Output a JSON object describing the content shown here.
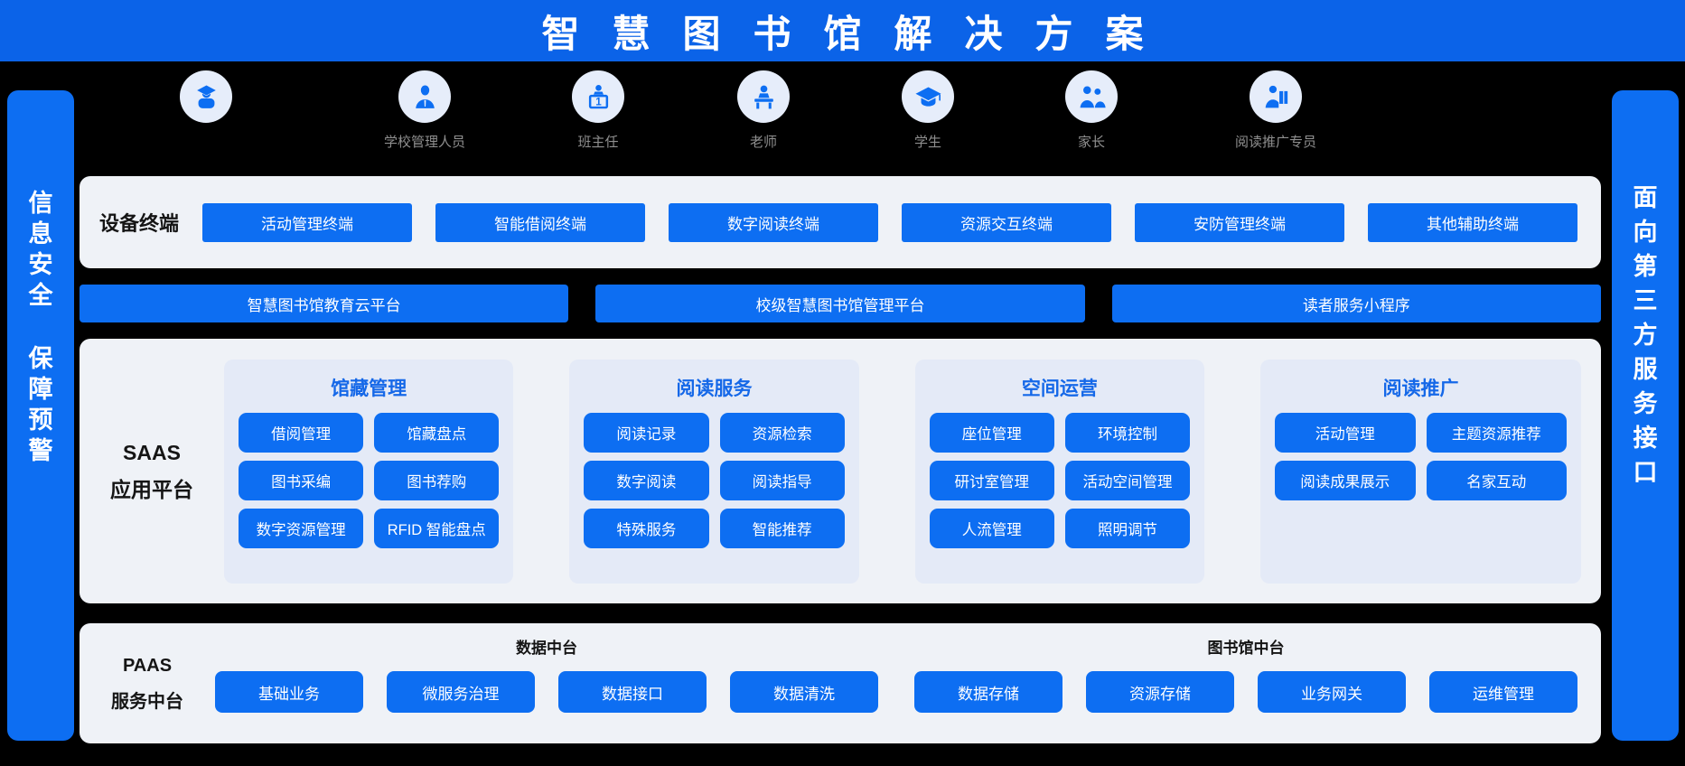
{
  "title": "智慧图书馆解决方案",
  "colors": {
    "banner_blue": "#0B63E8",
    "accent_blue": "#0D6EF2",
    "panel_bg": "#EFF2F7",
    "group_bg": "#E4EAF7",
    "group_title_blue": "#1568E8",
    "role_label_gray": "#8F8F8F",
    "icon_circle_bg": "#E6EDFA"
  },
  "roles": [
    {
      "icon": "graduate-icon",
      "label": ""
    },
    {
      "icon": "admin-icon",
      "label": "学校管理人员"
    },
    {
      "icon": "head-teacher-icon",
      "label": "班主任"
    },
    {
      "icon": "teacher-icon",
      "label": "老师"
    },
    {
      "icon": "student-icon",
      "label": "学生"
    },
    {
      "icon": "parent-icon",
      "label": "家长"
    },
    {
      "icon": "promoter-icon",
      "label": "阅读推广专员"
    }
  ],
  "left_sidebar": {
    "line1": "信息安全",
    "line2": "保障预警"
  },
  "right_sidebar": {
    "text": "面向第三方服务接口"
  },
  "device_panel": {
    "label": "设备终端",
    "buttons": [
      "活动管理终端",
      "智能借阅终端",
      "数字阅读终端",
      "资源交互终端",
      "安防管理终端",
      "其他辅助终端"
    ]
  },
  "platform_bars": [
    "智慧图书馆教育云平台",
    "校级智慧图书馆管理平台",
    "读者服务小程序"
  ],
  "saas_panel": {
    "label_line1": "SAAS",
    "label_line2": "应用平台",
    "groups": [
      {
        "title": "馆藏管理",
        "buttons": [
          "借阅管理",
          "馆藏盘点",
          "图书采编",
          "图书荐购",
          "数字资源管理",
          "RFID 智能盘点"
        ]
      },
      {
        "title": "阅读服务",
        "buttons": [
          "阅读记录",
          "资源检索",
          "数字阅读",
          "阅读指导",
          "特殊服务",
          "智能推荐"
        ]
      },
      {
        "title": "空间运营",
        "buttons": [
          "座位管理",
          "环境控制",
          "研讨室管理",
          "活动空间管理",
          "人流管理",
          "照明调节"
        ]
      },
      {
        "title": "阅读推广",
        "buttons": [
          "活动管理",
          "主题资源推荐",
          "阅读成果展示",
          "名家互动"
        ]
      }
    ]
  },
  "paas_panel": {
    "label_line1": "PAAS",
    "label_line2": "服务中台",
    "sections": [
      {
        "title": "数据中台",
        "buttons": [
          "基础业务",
          "微服务治理",
          "数据接口",
          "数据清洗"
        ]
      },
      {
        "title": "图书馆中台",
        "buttons": [
          "数据存储",
          "资源存储",
          "业务网关",
          "运维管理"
        ]
      }
    ]
  }
}
